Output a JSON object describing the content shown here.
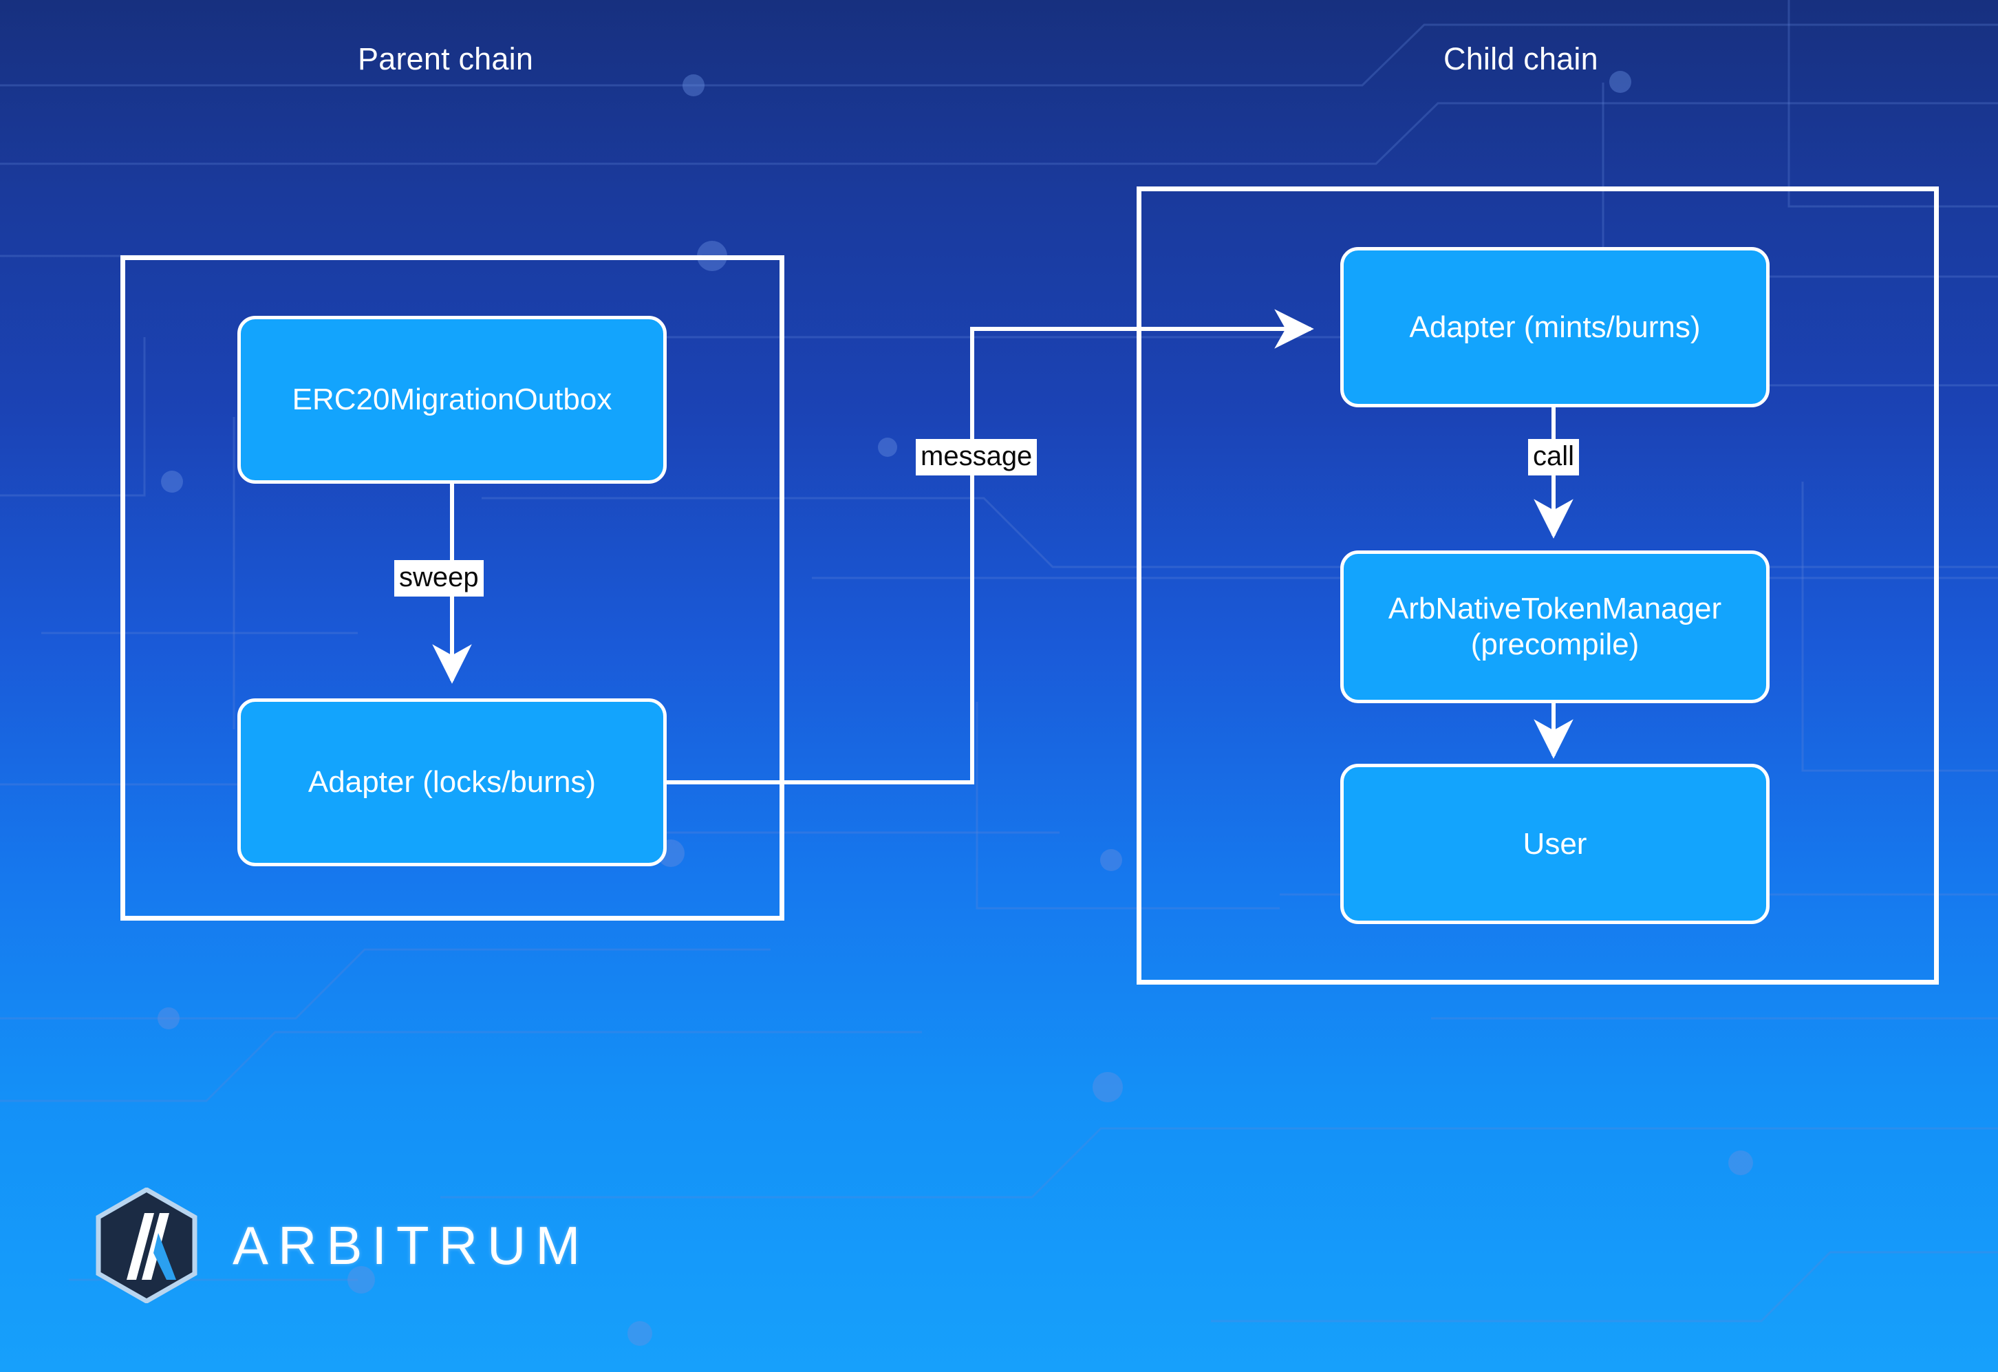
{
  "diagram": {
    "title_parent": "Parent chain",
    "title_child": "Child chain",
    "parent_chain": {
      "label": "Parent chain",
      "nodes": [
        {
          "id": "erc20-migration-outbox",
          "label": "ERC20MigrationOutbox"
        },
        {
          "id": "adapter-locks-burns",
          "label": "Adapter (locks/burns)"
        }
      ]
    },
    "child_chain": {
      "label": "Child chain",
      "nodes": [
        {
          "id": "adapter-mints-burns",
          "label": "Adapter (mints/burns)"
        },
        {
          "id": "arb-native-token-manager",
          "label": "ArbNativeTokenManager (precompile)",
          "line1": "ArbNativeTokenManager",
          "line2": "(precompile)"
        },
        {
          "id": "user",
          "label": "User"
        }
      ]
    },
    "edges": [
      {
        "id": "sweep",
        "label": "sweep",
        "from": "erc20-migration-outbox",
        "to": "adapter-locks-burns"
      },
      {
        "id": "message",
        "label": "message",
        "from": "adapter-locks-burns",
        "to": "adapter-mints-burns"
      },
      {
        "id": "call",
        "label": "call",
        "from": "adapter-mints-burns",
        "to": "arb-native-token-manager"
      },
      {
        "id": "mint",
        "label": "",
        "from": "arb-native-token-manager",
        "to": "user"
      }
    ],
    "colors": {
      "node_fill": "#13a4fd",
      "node_stroke": "#ffffff",
      "container_stroke": "#ffffff",
      "label_bg": "#ffffff",
      "label_text": "#0a0a0a",
      "bg_top": "#17307f",
      "bg_bottom": "#17a0fb"
    }
  },
  "branding": {
    "wordmark": "ARBITRUM",
    "logo_icon": "arbitrum-hexagon-logo"
  }
}
